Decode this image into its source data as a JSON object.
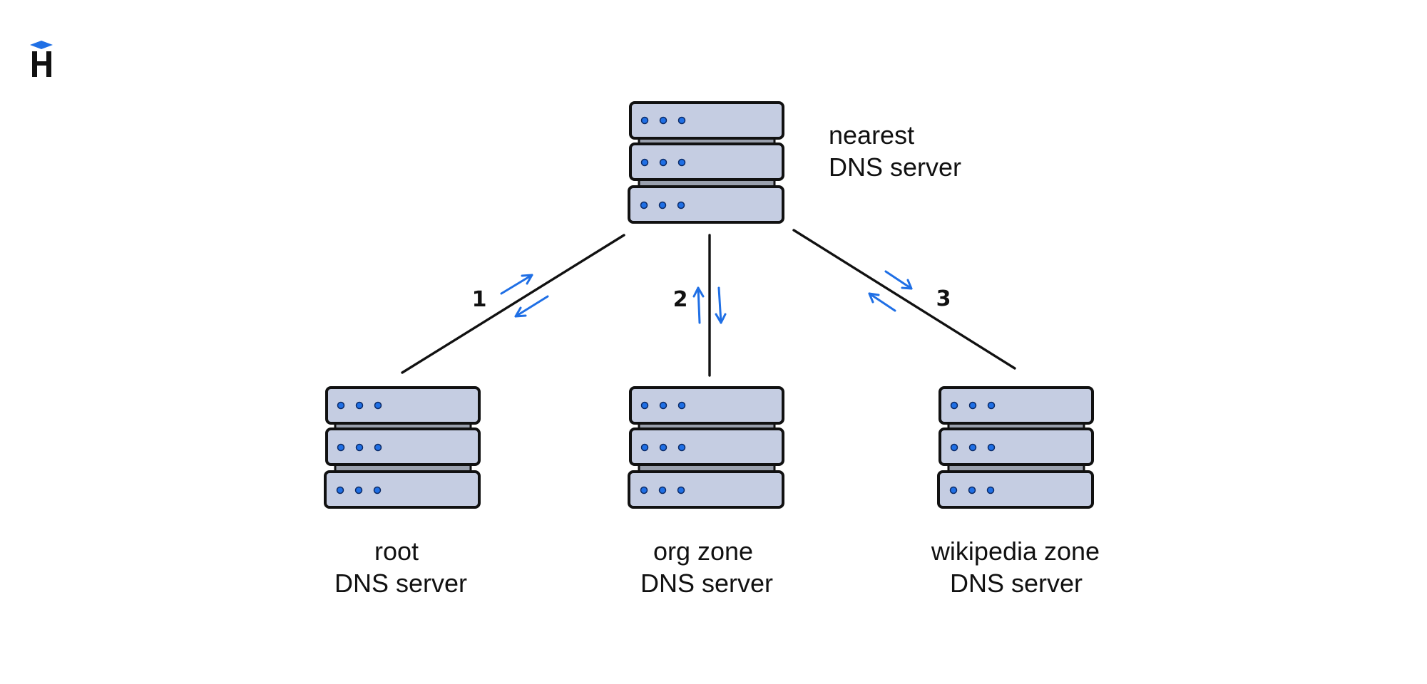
{
  "servers": {
    "nearest": {
      "line1": "nearest",
      "line2": "DNS server"
    },
    "root": {
      "line1": "root",
      "line2": "DNS server"
    },
    "org": {
      "line1": "org zone",
      "line2": "DNS server"
    },
    "wikipedia": {
      "line1": "wikipedia zone",
      "line2": "DNS server"
    }
  },
  "steps": {
    "one": "1",
    "two": "2",
    "three": "3"
  },
  "colors": {
    "accent": "#1f6fe5",
    "server_fill": "#c5cde2",
    "outline": "#111111"
  },
  "icons": {
    "logo": "hexlet-h-logo-icon",
    "server": "server-rack-icon",
    "arrow": "flow-arrow-icon"
  }
}
